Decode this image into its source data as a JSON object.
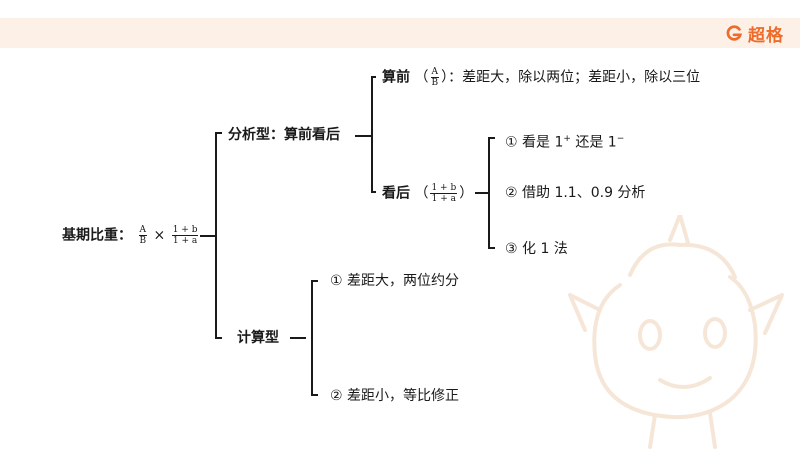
{
  "brand": {
    "name": "超格",
    "accent": "#ee6c2b",
    "logo_icon": "brand-g-logo-icon",
    "mascot_icon": "unicorn-mascot-watermark"
  },
  "root": {
    "label": "基期比重：",
    "formula": {
      "frac1_num": "A",
      "frac1_den": "B",
      "times": "×",
      "frac2_num": "1 + b",
      "frac2_den": "1 + a"
    }
  },
  "analysis": {
    "label": "分析型：算前看后",
    "calc_front": {
      "label": "算前",
      "paren_open": "（",
      "frac_num": "A",
      "frac_den": "B",
      "paren_close": "）",
      "desc": "：差距大，除以两位；差距小，除以三位"
    },
    "look_back": {
      "label": "看后",
      "paren_open": "（",
      "frac_num": "1 + b",
      "frac_den": "1 + a",
      "paren_close": "）",
      "items": [
        {
          "prefix": "① 看是 1",
          "sup1": "+",
          "middle": " 还是 1",
          "sup2": "−"
        },
        {
          "text": "② 借助 1.1、0.9 分析"
        },
        {
          "text": "③ 化 1 法"
        }
      ]
    }
  },
  "calc_type": {
    "label": "计算型",
    "items": [
      "① 差距大，两位约分",
      "② 差距小，等比修正"
    ]
  }
}
